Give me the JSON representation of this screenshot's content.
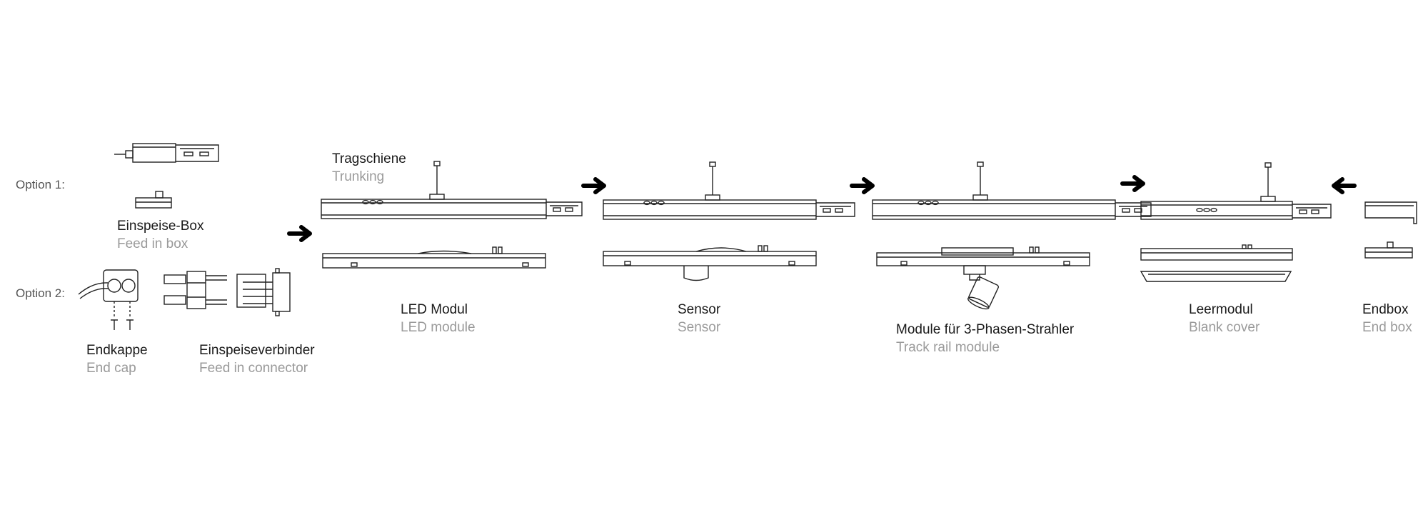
{
  "options": {
    "option1": "Option 1:",
    "option2": "Option 2:"
  },
  "components": {
    "feed_in_box": {
      "de": "Einspeise-Box",
      "en": "Feed in box"
    },
    "end_cap": {
      "de": "Endkappe",
      "en": "End cap"
    },
    "feed_in_connector": {
      "de": "Einspeiseverbinder",
      "en": "Feed in connector"
    },
    "trunking": {
      "de": "Tragschiene",
      "en": "Trunking"
    },
    "led_module": {
      "de": "LED Modul",
      "en": "LED module"
    },
    "sensor": {
      "de": "Sensor",
      "en": "Sensor"
    },
    "track_rail_module": {
      "de": "Module für 3-Phasen-Strahler",
      "en": "Track rail module"
    },
    "blank_cover": {
      "de": "Leermodul",
      "en": "Blank cover"
    },
    "end_box": {
      "de": "Endbox",
      "en": "End box"
    }
  },
  "icons": [
    "arrow-right-icon",
    "arrow-left-icon"
  ],
  "colors": {
    "line": "#222222",
    "label_primary": "#1a1a1a",
    "label_secondary": "#9a9a9a"
  }
}
